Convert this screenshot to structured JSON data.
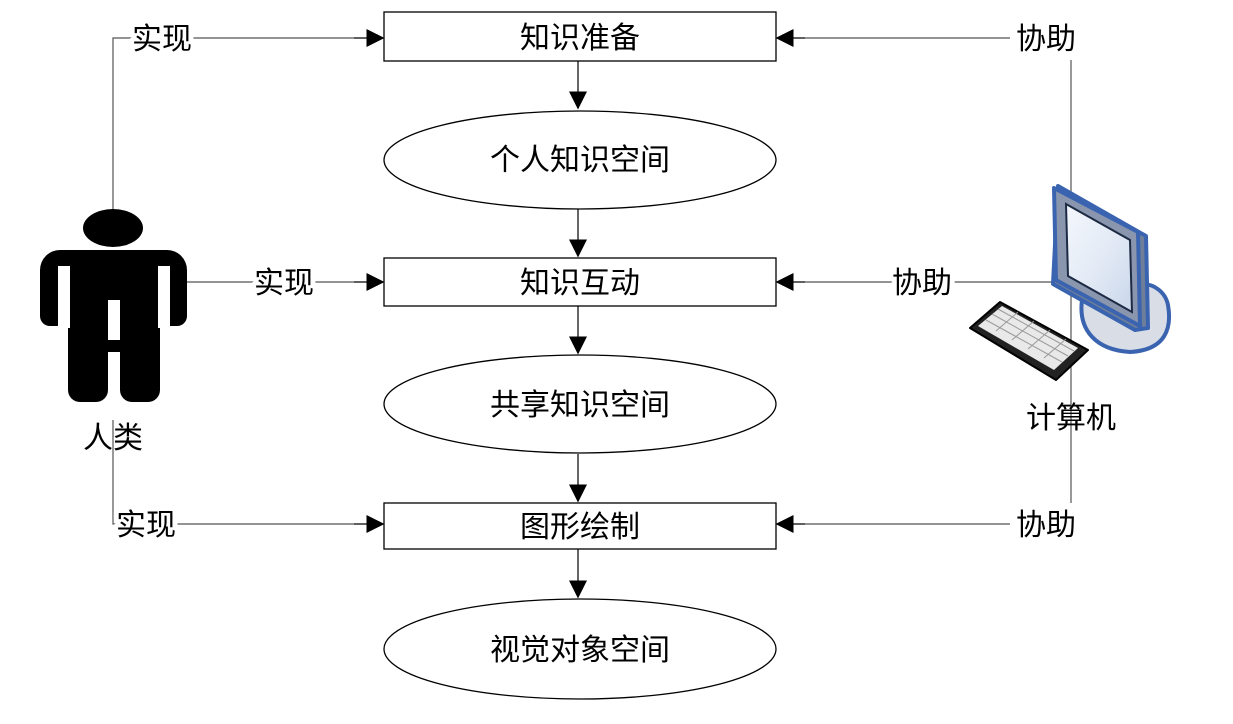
{
  "process": {
    "step1": "知识准备",
    "space1": "个人知识空间",
    "step2": "知识互动",
    "space2": "共享知识空间",
    "step3": "图形绘制",
    "space3": "视觉对象空间"
  },
  "human": {
    "label": "人类",
    "edge1": "实现",
    "edge2": "实现",
    "edge3": "实现"
  },
  "computer": {
    "label": "计算机",
    "edge1": "协助",
    "edge2": "协助",
    "edge3": "协助"
  },
  "colors": {
    "monitor_frame": "#3a63b0",
    "monitor_screen": "#e8eef8"
  }
}
